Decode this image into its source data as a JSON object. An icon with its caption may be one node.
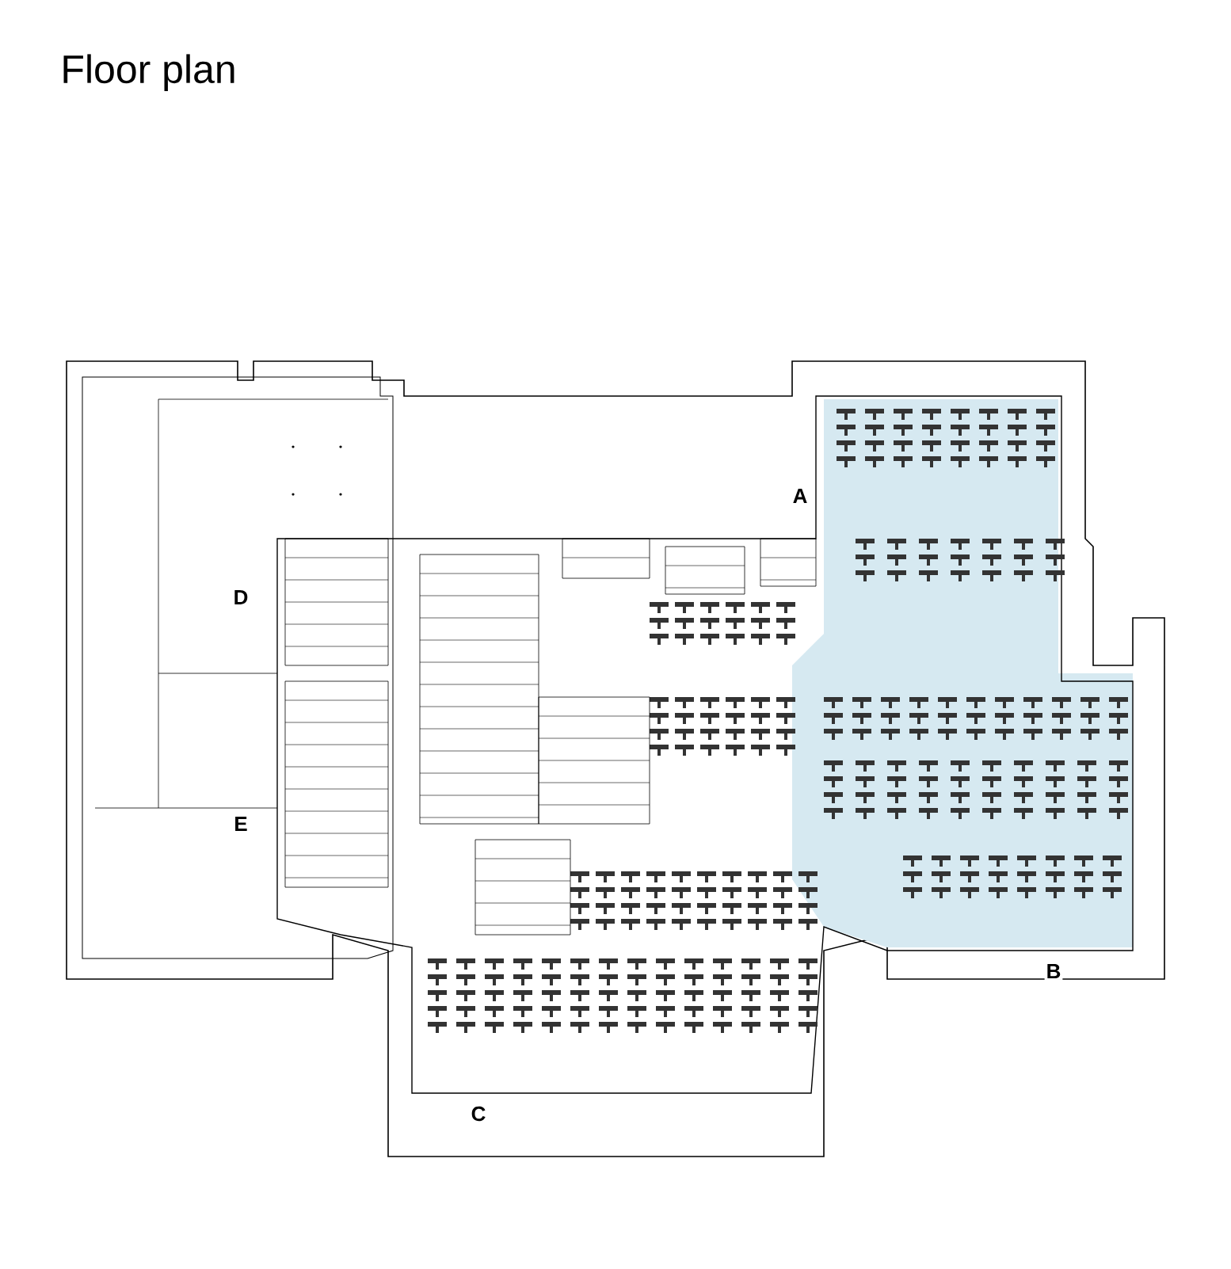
{
  "diagram": {
    "title": "Floor plan",
    "labels": [
      "A",
      "D",
      "E",
      "B",
      "C"
    ]
  }
}
